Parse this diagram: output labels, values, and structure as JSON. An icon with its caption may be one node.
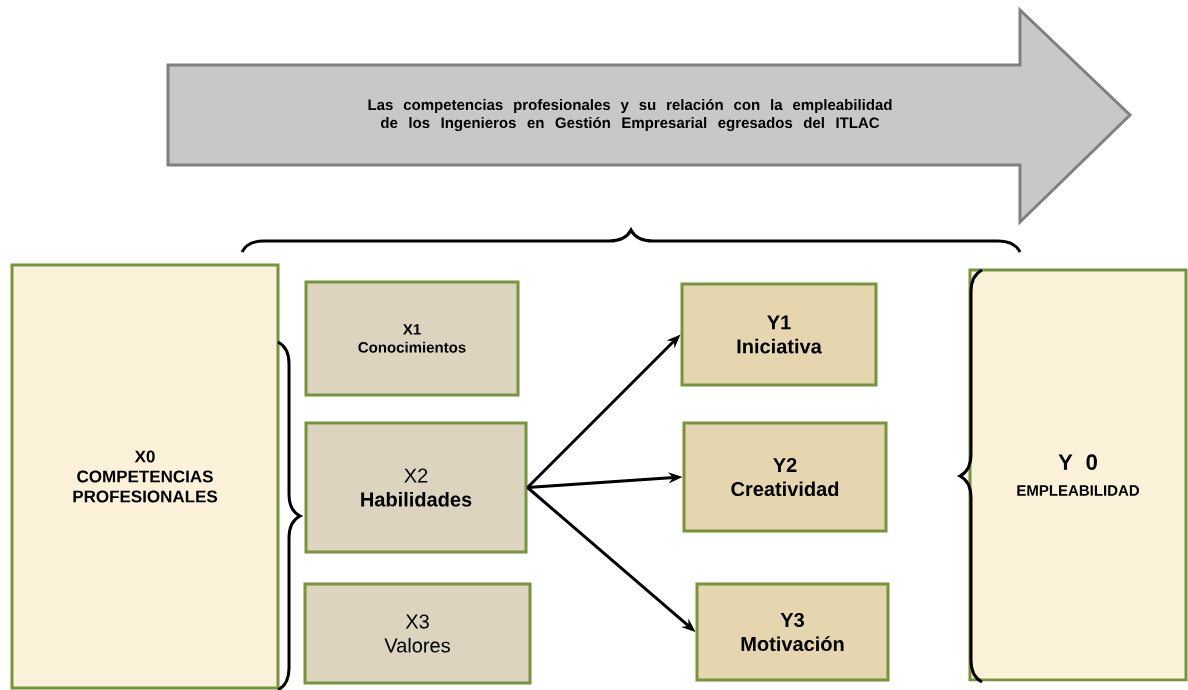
{
  "diagram": {
    "nodes": [
      {
        "text": [
          "Las competencias profesionales y su relación con la  empleabilidad de los Ingenieros en Gestión Empresarial egresados del ITLAC"
        ]
      },
      {
        "text": [
          "X0",
          "COMPETENCIAS PROFESIONALES"
        ]
      },
      {
        "text": [
          "X1",
          "Conocimientos"
        ]
      },
      {
        "text": [
          "X2",
          "Habilidades"
        ]
      },
      {
        "text": [
          "X3",
          "Valores"
        ]
      },
      {
        "text": [
          "Y1",
          "Iniciativa"
        ]
      },
      {
        "text": [
          "Y2",
          "Creatividad"
        ]
      },
      {
        "text": [
          "Y3",
          "Motivación"
        ]
      },
      {
        "text": [
          "Y 0",
          "EMPLEABILIDAD"
        ]
      }
    ],
    "edges": [
      {
        "from": 3,
        "to": 5,
        "arrow": "to"
      },
      {
        "from": 3,
        "to": 6,
        "arrow": "to"
      },
      {
        "from": 3,
        "to": 7,
        "arrow": "to"
      }
    ]
  }
}
